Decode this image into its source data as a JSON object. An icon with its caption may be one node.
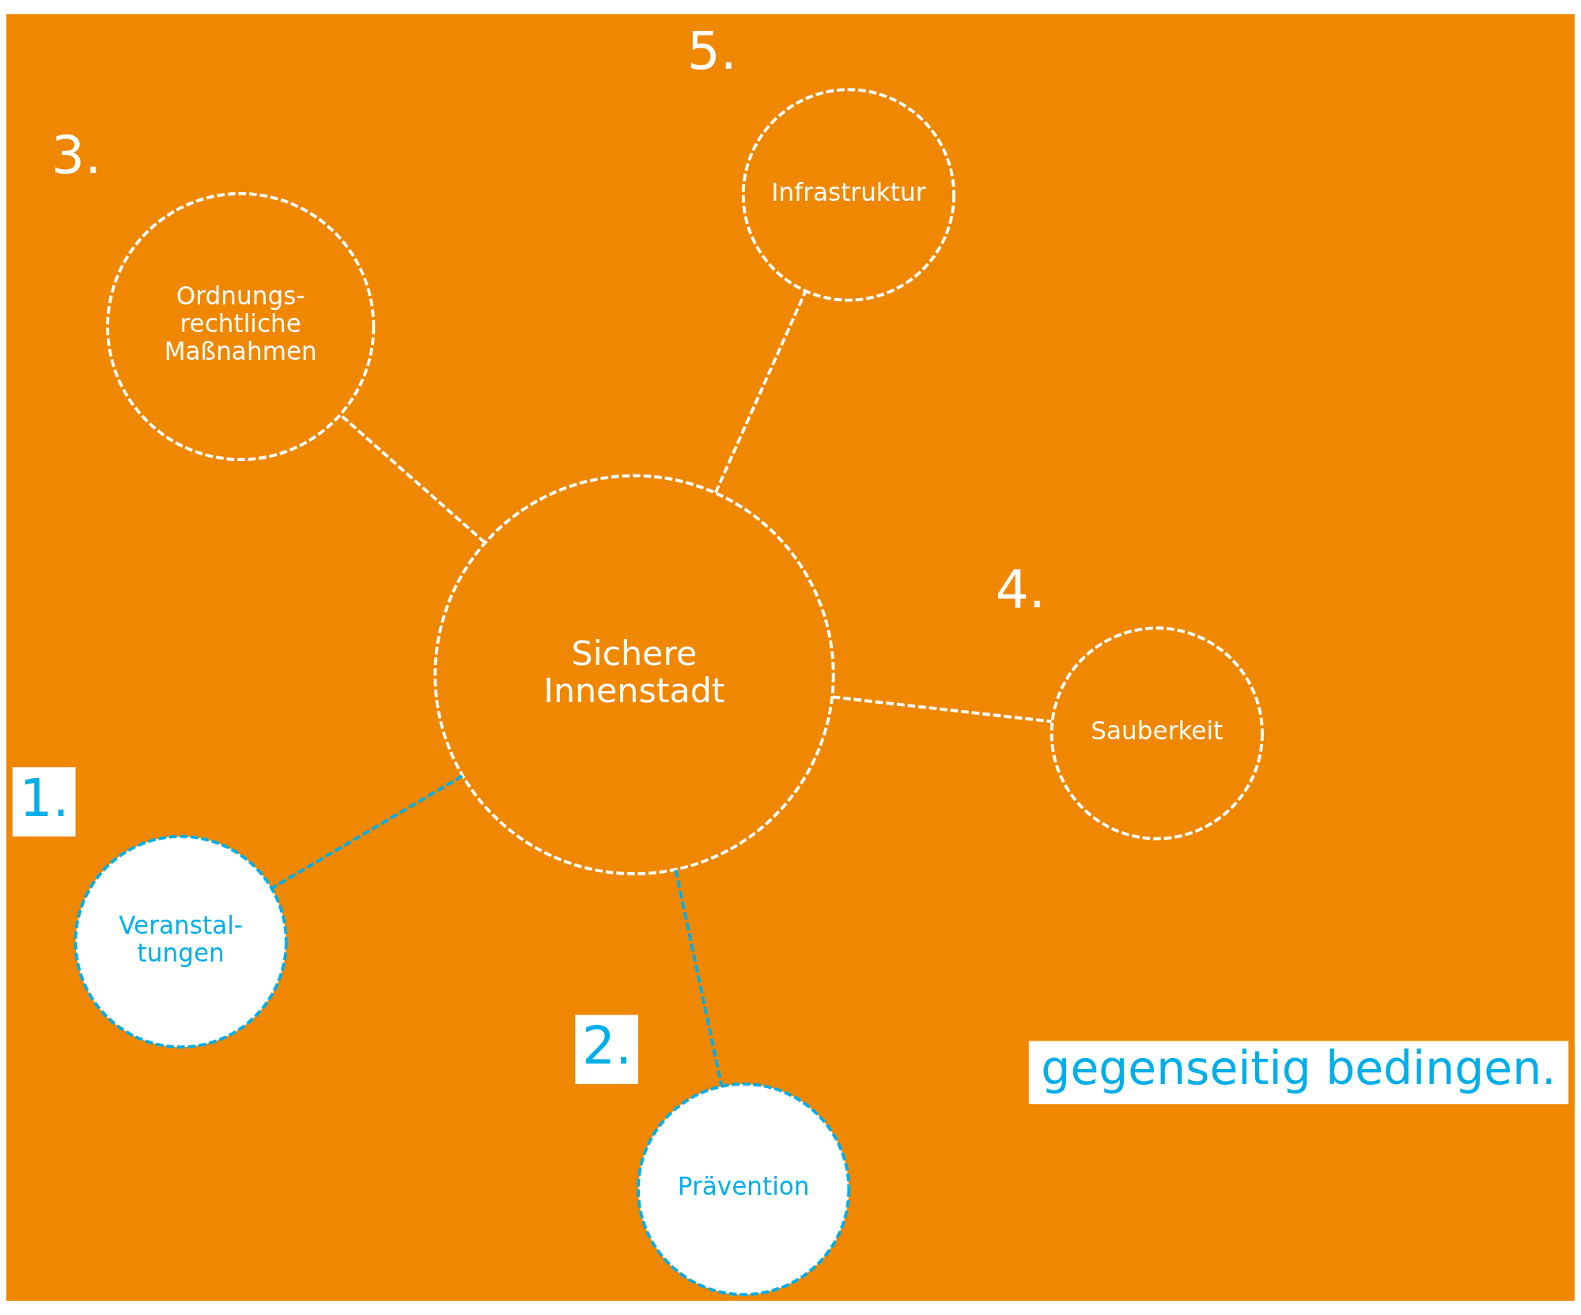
{
  "diagram": {
    "nodes": [
      {
        "text": [
          "Ordnungs- rechtliche Maßnahmen"
        ],
        "beside": [
          "3."
        ]
      },
      {
        "text": [
          "Sauberkeit"
        ],
        "beside": [
          "4."
        ]
      },
      {
        "text": [
          "Prävention"
        ],
        "beside": [
          "2."
        ]
      },
      {
        "text": [
          "Sichere Innenstadt"
        ]
      },
      {
        "text": [
          "Infrastruktur"
        ],
        "beside": [
          "5."
        ]
      },
      {
        "text": [
          "Veranstal- tungen"
        ],
        "beside": [
          "1."
        ]
      }
    ],
    "edges": [
      {
        "from": 3,
        "to": 0,
        "arrow": "none",
        "style": "dashed"
      },
      {
        "from": 3,
        "to": 1,
        "arrow": "none",
        "style": "dashed"
      },
      {
        "from": 3,
        "to": 2,
        "arrow": "none",
        "style": "dashed",
        "color": "#00aee8"
      },
      {
        "from": 3,
        "to": 4,
        "arrow": "none",
        "style": "dashed"
      },
      {
        "from": 3,
        "to": 5,
        "arrow": "none",
        "style": "dashed",
        "color": "#00aee8"
      }
    ],
    "labels": [
      "gegenseitig bedingen."
    ]
  }
}
